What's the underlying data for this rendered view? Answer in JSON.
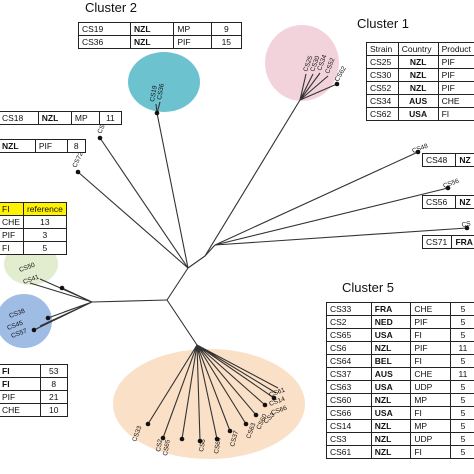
{
  "titles": {
    "cluster1": "Cluster 1",
    "cluster2": "Cluster 2",
    "cluster5": "Cluster 5"
  },
  "colors": {
    "cluster1": "#f2d3dc",
    "cluster2": "#6cc2cf",
    "cluster4": "#e2edcf",
    "cluster3": "#9fbde4",
    "cluster5": "#fbe0c8",
    "highlight": "#fff200",
    "branch": "#333333"
  },
  "cluster2_table": [
    [
      "CS19",
      "NZL",
      "MP",
      "9"
    ],
    [
      "CS36",
      "NZL",
      "PIF",
      "15"
    ]
  ],
  "cluster1_table": {
    "header": [
      "Strain",
      "Country",
      "Product"
    ],
    "rows": [
      [
        "CS25",
        "NZL",
        "PIF"
      ],
      [
        "CS30",
        "NZL",
        "PIF"
      ],
      [
        "CS52",
        "NZL",
        "PIF"
      ],
      [
        "CS34",
        "AUS",
        "CHE"
      ],
      [
        "CS62",
        "USA",
        "FI"
      ]
    ]
  },
  "left_top_table": [
    [
      "CS18",
      "NZL",
      "MP",
      "11"
    ],
    [
      "NZL",
      "PIF",
      "8"
    ]
  ],
  "yellow_table": {
    "header": [
      "FI",
      "reference"
    ],
    "rows": [
      [
        "CHE",
        "13"
      ],
      [
        "PIF",
        "3"
      ],
      [
        "FI",
        "5"
      ]
    ]
  },
  "right_tables": {
    "cs48": [
      "CS48",
      "NZ"
    ],
    "cs56": [
      "CS56",
      "NZ"
    ],
    "cs71": [
      "CS71",
      "FRA"
    ]
  },
  "left_bottom_table": [
    [
      "FI",
      "53"
    ],
    [
      "FI",
      "8"
    ],
    [
      "PIF",
      "21"
    ],
    [
      "CHE",
      "10"
    ]
  ],
  "cluster5_table": [
    [
      "CS33",
      "FRA",
      "CHE",
      "5"
    ],
    [
      "CS2",
      "NED",
      "PIF",
      "5"
    ],
    [
      "CS65",
      "USA",
      "FI",
      "5"
    ],
    [
      "CS6",
      "NZL",
      "PIF",
      "11"
    ],
    [
      "CS64",
      "BEL",
      "FI",
      "5"
    ],
    [
      "CS37",
      "AUS",
      "CHE",
      "11"
    ],
    [
      "CS63",
      "USA",
      "UDP",
      "5"
    ],
    [
      "CS60",
      "NZL",
      "MP",
      "5"
    ],
    [
      "CS66",
      "USA",
      "FI",
      "5"
    ],
    [
      "CS14",
      "NZL",
      "MP",
      "5"
    ],
    [
      "CS3",
      "NZL",
      "UDP",
      "5"
    ],
    [
      "CS61",
      "NZL",
      "FI",
      "5"
    ]
  ],
  "tree_labels": {
    "cluster1": [
      "CS25",
      "CS30",
      "CS34",
      "CS52",
      "CS62"
    ],
    "cluster2": [
      "CS19",
      "CS36"
    ],
    "branches": [
      "CS18",
      "CS72",
      "CS48",
      "CS56",
      "CS"
    ],
    "cluster4": [
      "CS50",
      "CS41"
    ],
    "cluster3": [
      "CS38",
      "CS45",
      "CS57"
    ],
    "cluster5": [
      "CS33",
      "CS2",
      "CS65",
      "CS6",
      "CS64",
      "CS37",
      "CS63",
      "CS60",
      "CS61",
      "CS14",
      "CS66",
      "CS3"
    ]
  }
}
